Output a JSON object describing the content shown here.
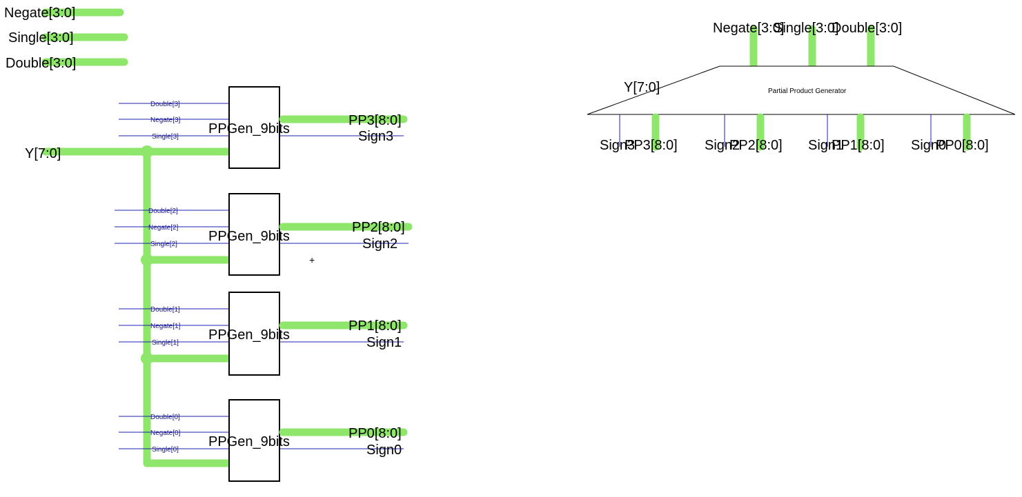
{
  "colors": {
    "bus": "#8ee66a",
    "wire": "#1f1fb0",
    "box_stroke": "#000000",
    "background": "#ffffff"
  },
  "top_left_inputs": [
    "Negate[3:0]",
    "Single[3:0]",
    "Double[3:0]"
  ],
  "y_input": "Y[7:0]",
  "blocks": [
    {
      "name": "PPGen_9bits",
      "inputs": [
        "Double[3]",
        "Negate[3]",
        "Single[3]"
      ],
      "pp_out": "PP3[8:0]",
      "sign_out": "Sign3"
    },
    {
      "name": "PPGen_9bits",
      "inputs": [
        "Double[2]",
        "Negate[2]",
        "Single[2]"
      ],
      "pp_out": "PP2[8:0]",
      "sign_out": "Sign2"
    },
    {
      "name": "PPGen_9bits",
      "inputs": [
        "Double[1]",
        "Negate[1]",
        "Single[1]"
      ],
      "pp_out": "PP1[8:0]",
      "sign_out": "Sign1"
    },
    {
      "name": "PPGen_9bits",
      "inputs": [
        "Double[0]",
        "Negate[0]",
        "Single[0]"
      ],
      "pp_out": "PP0[8:0]",
      "sign_out": "Sign0"
    }
  ],
  "symbol": {
    "title": "Partial Product Generator",
    "y_label": "Y[7:0]",
    "top_inputs": [
      "Negate[3:0]",
      "Single[3:0]",
      "Double[3:0]"
    ],
    "outputs": [
      {
        "sign": "Sign3",
        "pp": "PP3[8:0]"
      },
      {
        "sign": "Sign2",
        "pp": "PP2[8:0]"
      },
      {
        "sign": "Sign1",
        "pp": "PP1[8:0]"
      },
      {
        "sign": "Sign0",
        "pp": "PP0[8:0]"
      }
    ]
  },
  "cursor_glyph": "+"
}
